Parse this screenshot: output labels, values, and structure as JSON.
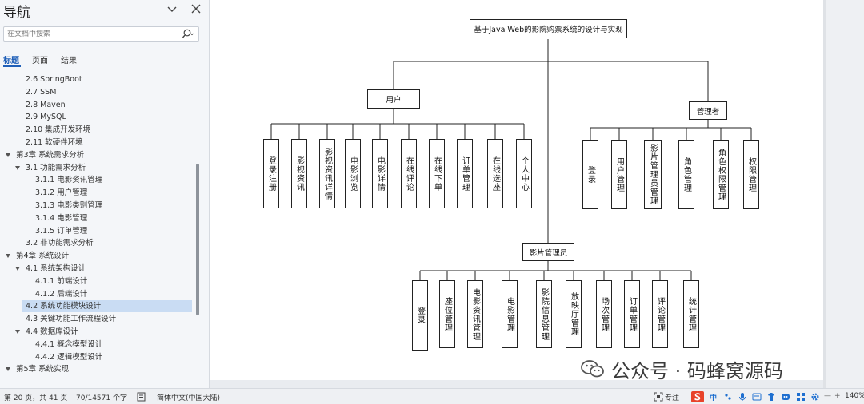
{
  "nav": {
    "title": "导航",
    "search_placeholder": "在文档中搜索",
    "tabs": [
      "标题",
      "页面",
      "结果"
    ],
    "items": [
      {
        "label": "2.6 SpringBoot",
        "level": 2,
        "caret": false
      },
      {
        "label": "2.7 SSM",
        "level": 2,
        "caret": false
      },
      {
        "label": "2.8   Maven",
        "level": 2,
        "caret": false
      },
      {
        "label": "2.9   MySQL",
        "level": 2,
        "caret": false
      },
      {
        "label": "2.10  集成开发环境",
        "level": 2,
        "caret": false
      },
      {
        "label": "2.11  软硬件环境",
        "level": 2,
        "caret": false
      },
      {
        "label": "第3章 系统需求分析",
        "level": 1,
        "caret": true
      },
      {
        "label": "3.1  功能需求分析",
        "level": 2,
        "caret": true
      },
      {
        "label": "3.1.1  电影资讯管理",
        "level": 3,
        "caret": false
      },
      {
        "label": "3.1.2  用户管理",
        "level": 3,
        "caret": false
      },
      {
        "label": "3.1.3  电影类别管理",
        "level": 3,
        "caret": false
      },
      {
        "label": "3.1.4  电影管理",
        "level": 3,
        "caret": false
      },
      {
        "label": "3.1.5  订单管理",
        "level": 3,
        "caret": false
      },
      {
        "label": "3.2  非功能需求分析",
        "level": 2,
        "caret": false
      },
      {
        "label": "第4章 系统设计",
        "level": 1,
        "caret": true
      },
      {
        "label": "4.1  系统架构设计",
        "level": 2,
        "caret": true
      },
      {
        "label": "4.1.1  前端设计",
        "level": 3,
        "caret": false
      },
      {
        "label": "4.1.2  后端设计",
        "level": 3,
        "caret": false
      },
      {
        "label": "4.2  系统功能模块设计",
        "level": 2,
        "caret": false,
        "selected": true
      },
      {
        "label": "4.3  关键功能工作流程设计",
        "level": 2,
        "caret": false
      },
      {
        "label": "4.4  数据库设计",
        "level": 2,
        "caret": true
      },
      {
        "label": "4.4.1  概念模型设计",
        "level": 3,
        "caret": false
      },
      {
        "label": "4.4.2  逻辑模型设计",
        "level": 3,
        "caret": false
      },
      {
        "label": "第5章 系统实现",
        "level": 1,
        "caret": true
      }
    ]
  },
  "diagram": {
    "root": "基于Java Web的影院购票系统的设计与实现",
    "user": {
      "label": "用户",
      "children": [
        "登录注册",
        "影视资讯",
        "影视资讯详情",
        "电影浏览",
        "电影详情",
        "在线评论",
        "在线下单",
        "订单管理",
        "在线选座",
        "个人中心"
      ]
    },
    "admin": {
      "label": "管理者",
      "children": [
        "登录",
        "用户管理",
        "影片管理员管理",
        "角色管理",
        "角色权限管理",
        "权限管理"
      ]
    },
    "film_admin": {
      "label": "影片管理员",
      "children": [
        "登录",
        "座位管理",
        "电影资讯管理",
        "电影管理",
        "影院信息管理",
        "放映厅管理",
        "场次管理",
        "订单管理",
        "评论管理",
        "统计管理"
      ]
    }
  },
  "watermark": "公众号 · 码蜂窝源码",
  "status": {
    "page": "第 20 页，共 41 页",
    "words": "70/14571 个字",
    "language": "简体中文(中国大陆)",
    "focus": "专注",
    "ime": "中",
    "zoom": "140%"
  }
}
